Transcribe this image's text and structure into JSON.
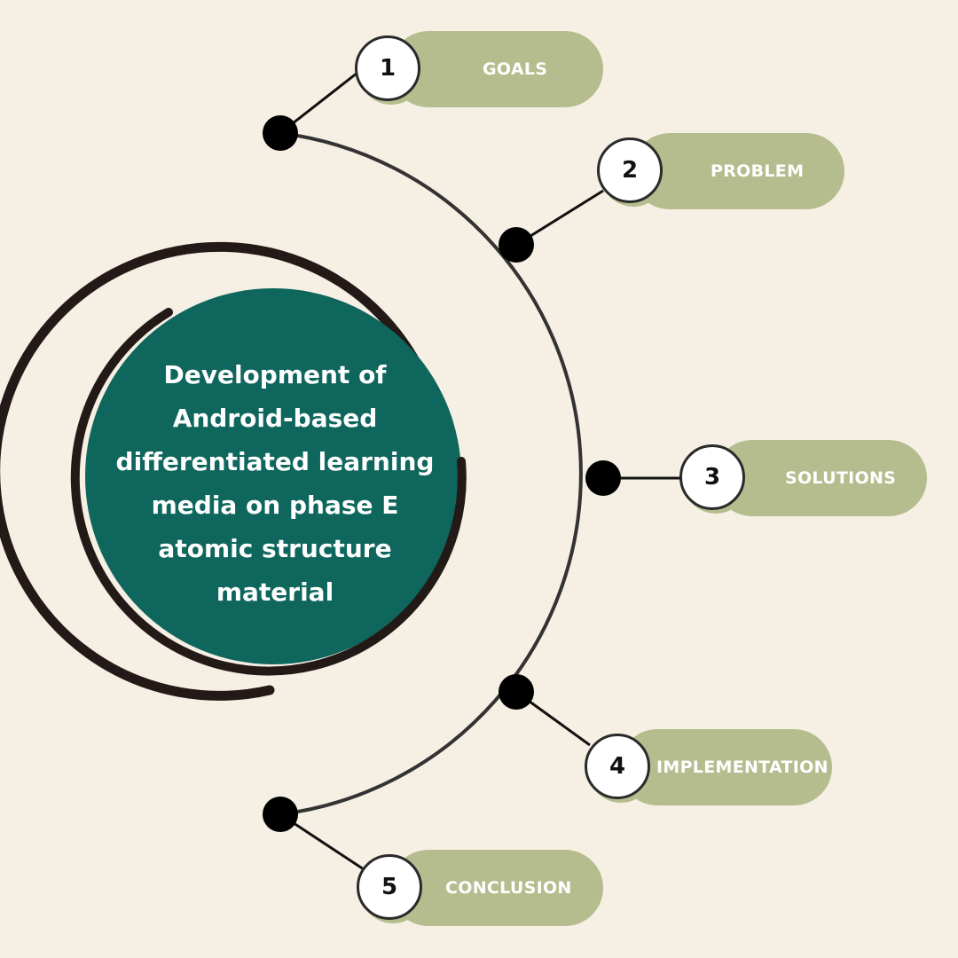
{
  "title": "Development of Android-based differentiated learning media on phase E atomic structure material",
  "steps": [
    {
      "number": "1",
      "label": "GOALS"
    },
    {
      "number": "2",
      "label": "PROBLEM"
    },
    {
      "number": "3",
      "label": "SOLUTIONS"
    },
    {
      "number": "4",
      "label": "IMPLEMENTATION"
    },
    {
      "number": "5",
      "label": "CONCLUSION"
    }
  ],
  "colors": {
    "background": "#f6efe3",
    "center_fill": "#0e665d",
    "ring": "#231a17",
    "pill": "#b5bd8e",
    "dot": "#000000"
  }
}
